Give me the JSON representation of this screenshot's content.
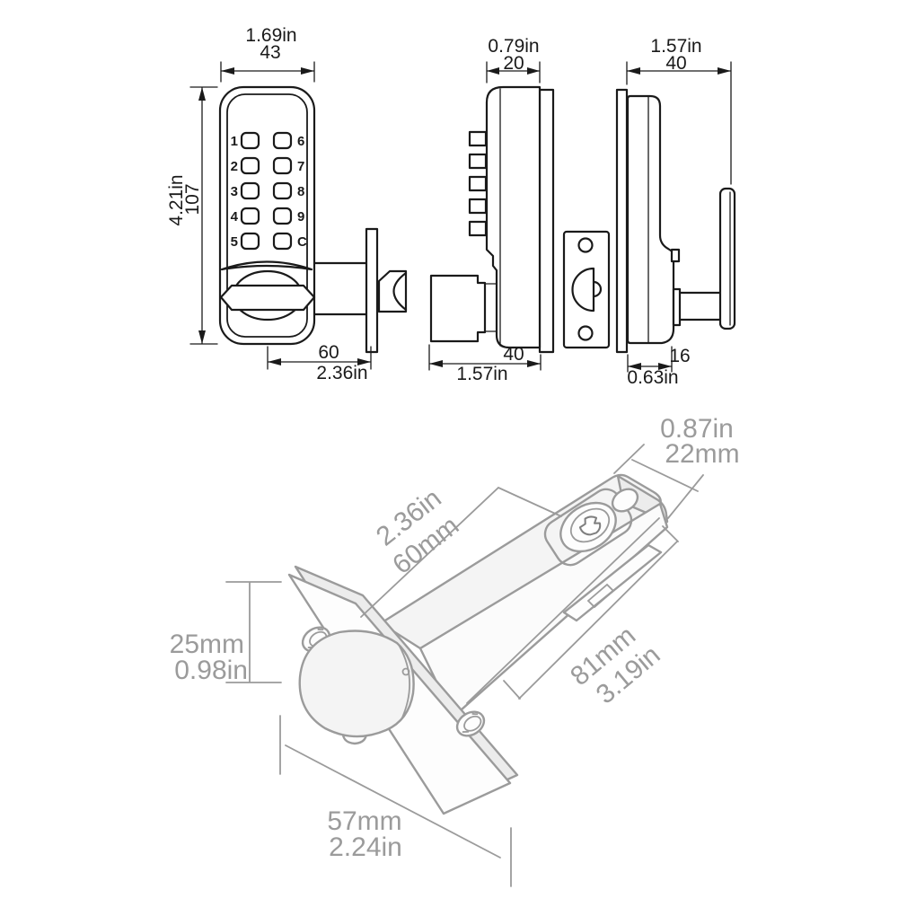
{
  "colors": {
    "background": "#ffffff",
    "ink": "#1a1a1a",
    "sketch_gray": "#9b9b9b"
  },
  "front_view": {
    "width_in": "1.69in",
    "width_mm": "43",
    "height_in": "4.21in",
    "height_mm": "107",
    "backset_mm": "60",
    "backset_in": "2.36in",
    "keypad_left": [
      "1",
      "2",
      "3",
      "4",
      "5"
    ],
    "keypad_right": [
      "6",
      "7",
      "8",
      "9",
      "C"
    ]
  },
  "side_view": {
    "depth_in": "0.79in",
    "depth_mm": "20",
    "width_mm": "40",
    "width_in": "1.57in"
  },
  "rear_view": {
    "width_in": "1.57in",
    "width_mm": "40",
    "depth_mm": "16",
    "depth_in": "0.63in"
  },
  "latch_view": {
    "rear_width_in": "0.87in",
    "rear_width_mm": "22mm",
    "backset_in": "2.36in",
    "backset_mm": "60mm",
    "plate_width_mm": "25mm",
    "plate_width_in": "0.98in",
    "body_length_mm": "81mm",
    "body_length_in": "3.19in",
    "plate_length_mm": "57mm",
    "plate_length_in": "2.24in"
  }
}
